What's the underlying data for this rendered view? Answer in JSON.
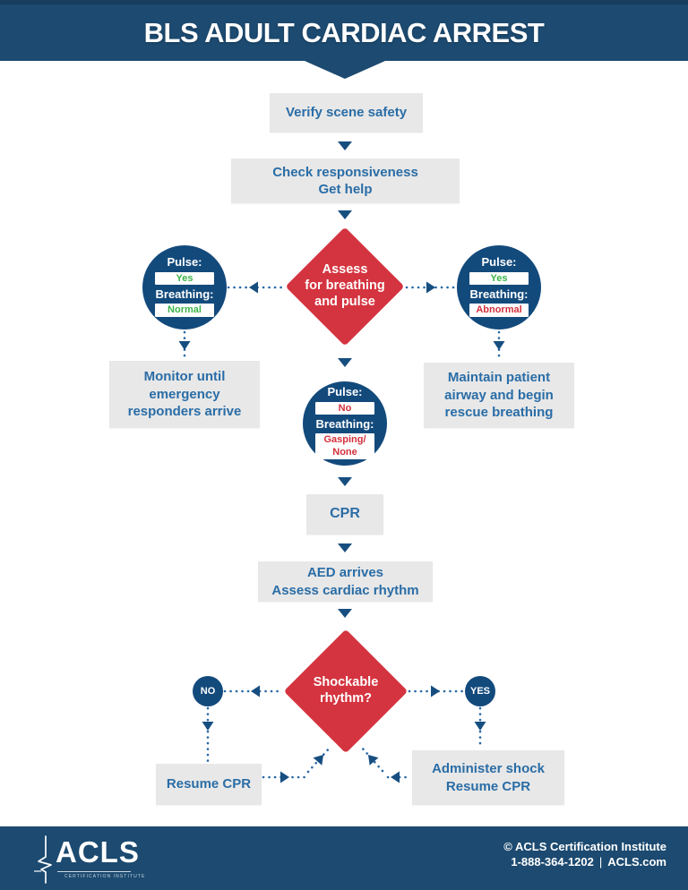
{
  "header": {
    "title": "BLS ADULT CARDIAC ARREST"
  },
  "nodes": {
    "verify": {
      "label": "Verify scene safety"
    },
    "check": {
      "label": "Check responsiveness\nGet help"
    },
    "assess": {
      "label": "Assess\nfor breathing\nand pulse"
    },
    "pulse_normal": {
      "pulse_label": "Pulse:",
      "pulse_value": "Yes",
      "breathing_label": "Breathing:",
      "breathing_value": "Normal"
    },
    "pulse_abnormal": {
      "pulse_label": "Pulse:",
      "pulse_value": "Yes",
      "breathing_label": "Breathing:",
      "breathing_value": "Abnormal"
    },
    "pulse_none": {
      "pulse_label": "Pulse:",
      "pulse_value": "No",
      "breathing_label": "Breathing:",
      "breathing_value": "Gasping/\nNone"
    },
    "monitor": {
      "label": "Monitor until\nemergency\nresponders arrive"
    },
    "maintain": {
      "label": "Maintain patient\nairway and begin\nrescue breathing"
    },
    "cpr": {
      "label": "CPR"
    },
    "aed": {
      "label": "AED arrives\nAssess cardiac rhythm"
    },
    "shockable": {
      "label": "Shockable\nrhythm?"
    },
    "no": {
      "label": "NO"
    },
    "yes": {
      "label": "YES"
    },
    "resume": {
      "label": "Resume CPR"
    },
    "administer": {
      "label": "Administer shock\nResume CPR"
    }
  },
  "footer": {
    "logo_text": "ACLS",
    "logo_subtext": "CERTIFICATION INSTITUTE",
    "copyright": "© ACLS Certification Institute",
    "phone": "1-888-364-1202",
    "divider": "|",
    "website": "ACLS.com"
  },
  "colors": {
    "navy": "#1c4a70",
    "node_navy": "#134a7c",
    "red": "#d4343f",
    "green": "#3cb44a",
    "value_red": "#d2303b",
    "box_gray": "#e8e8e8",
    "box_text": "#2a6da6",
    "dot_blue": "#2a69a6",
    "arrow_navy": "#174e80"
  }
}
